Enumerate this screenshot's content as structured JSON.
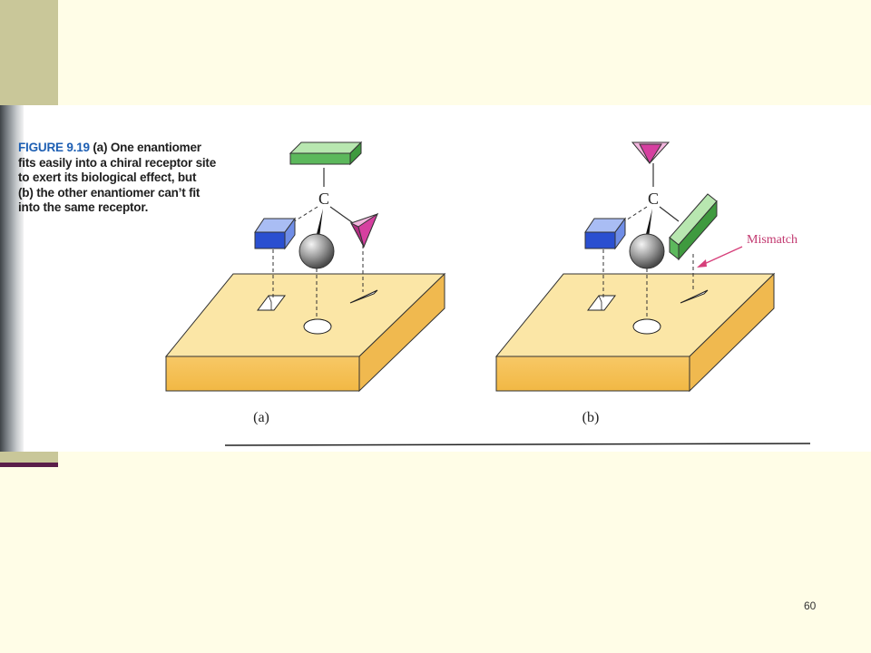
{
  "slide": {
    "page_number": "60"
  },
  "figure": {
    "label": "FIGURE 9.19",
    "caption_lines": [
      "(a) One enantiomer",
      "fits easily into a chiral receptor site",
      "to exert its biological effect, but",
      "(b) the other enantiomer can’t fit",
      "into the same receptor."
    ]
  },
  "diagram": {
    "center_atom_label": "C",
    "panel_a_label": "(a)",
    "panel_b_label": "(b)",
    "mismatch_label": "Mismatch"
  },
  "colors": {
    "background": "#fffde7",
    "sidebar": "#c9c799",
    "accent": "#5a1e4a",
    "receptor_top": "#fbe6a6",
    "receptor_side": "#f5c463",
    "green_block": "#5cb85c",
    "blue_block": "#2a4fd0",
    "pink_pyramid": "#d63fa0",
    "mismatch_arrow": "#d63f7a",
    "figure_label": "#1e5fb3"
  }
}
